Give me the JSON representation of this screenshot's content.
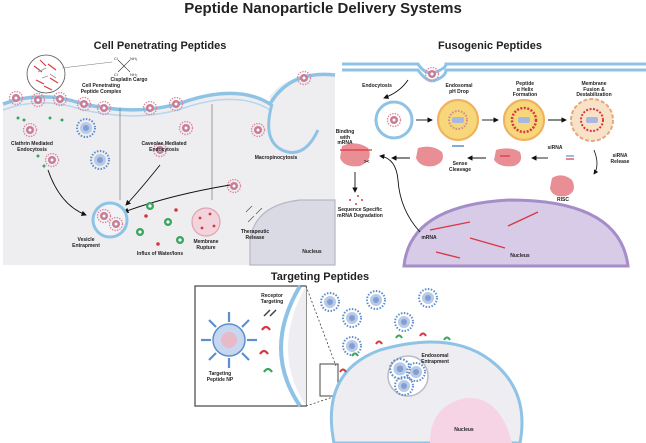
{
  "title": "Peptide Nanoparticle Delivery Systems",
  "panels": {
    "cpp": {
      "title": "Cell Penetrating Peptides",
      "labels": {
        "complex": "Cell Penetrating\nPeptide Complex",
        "cargo": "Cisplatin Cargo",
        "clathrin": "Clathrin Mediated\nEndocytosis",
        "caveolae": "Caveolae Mediated\nEndocytosis",
        "macro": "Macropinocytosis",
        "vesicle": "Vesicle\nEntrapment",
        "influx": "Influx of Water/Ions",
        "rupture": "Membrane\nRupture",
        "release": "Therapeutic\nRelease",
        "nucleus": "Nucleus"
      }
    },
    "fuso": {
      "title": "Fusogenic Peptides",
      "labels": {
        "endocytosis": "Endocytosis",
        "ph_drop": "Endosomal\npH Drop",
        "helix": "Peptide\nα Helix\nFormation",
        "fusion": "Membrane\nFusion &\nDestabilization",
        "binding": "Binding\nwith\nmRNA",
        "sense": "Sense\nCleavage",
        "sirna": "siRNA",
        "sirna_release": "siRNA\nRelease",
        "risc": "RISC",
        "degradation": "Sequence Specific\nmRNA Degradation",
        "mrna": "mRNA",
        "nucleus": "Nucleus"
      }
    },
    "target": {
      "title": "Targeting Peptides",
      "labels": {
        "receptor": "Receptor\nTargeting",
        "np": "Targeting\nPeptide NP",
        "entrapment": "Endosomal\nEntrapment",
        "nucleus": "Nucleus"
      }
    }
  },
  "colors": {
    "panel_bg": "#f1f1f3",
    "membrane": "#8fc3e6",
    "nucleus": "#d7cbe8",
    "nucleus_edge": "#a58ec8",
    "np_core": "#c97c93",
    "peptide": "#d8889b",
    "green": "#3aa55c",
    "rna": "#d7383f",
    "risc": "#e98e94",
    "endo_yellow": "#f6d77a",
    "endo_orange": "#f1b260",
    "target_nucleus": "#f6d4e6",
    "receptor_blue": "#5c8fcd"
  }
}
